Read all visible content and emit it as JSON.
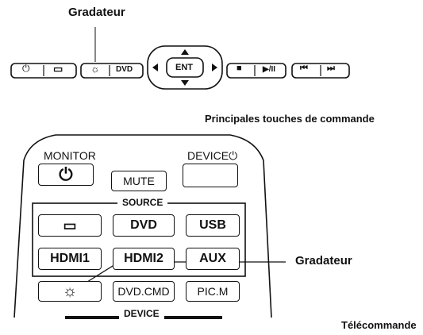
{
  "top_label": "Gradateur",
  "caption_main": "Principales touches de commande",
  "caption_remote": "Télécommande",
  "panel": {
    "dpad_center": "ENT",
    "dvd_label": "DVD",
    "power_glyph": "⏻",
    "source_glyph": "▭",
    "dimmer_glyph": "☼",
    "stop_glyph": "■",
    "playpause_glyph": "▶/II",
    "prev_glyph": "⏮",
    "next_glyph": "⏭"
  },
  "remote": {
    "monitor_label": "MONITOR",
    "device_power_label": "DEVICE⏻",
    "mute": "MUTE",
    "source_title": "SOURCE",
    "dvd": "DVD",
    "usb": "USB",
    "hdmi1": "HDMI1",
    "hdmi2": "HDMI2",
    "aux": "AUX",
    "dvd_cmd": "DVD.CMD",
    "pic_m": "PIC.M",
    "device_title": "DEVICE",
    "dimmer_label": "Gradateur"
  }
}
